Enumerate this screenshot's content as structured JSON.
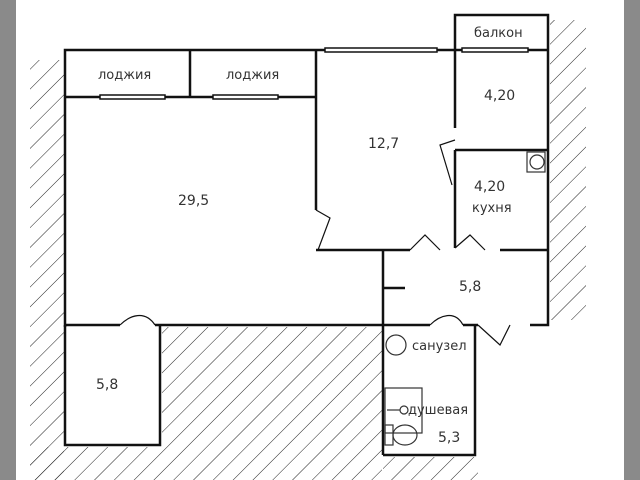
{
  "plan": {
    "rooms": [
      {
        "id": "living",
        "area": "29,5"
      },
      {
        "id": "bedroom",
        "area": "12,7"
      },
      {
        "id": "room-top-right",
        "area": "4,20"
      },
      {
        "id": "kitchen",
        "area": "4,20",
        "name": "кухня"
      },
      {
        "id": "hall",
        "area": "5,8"
      },
      {
        "id": "small-room",
        "area": "5,8"
      },
      {
        "id": "bathroom",
        "area": "5,3",
        "name": "санузел",
        "sub": "душевая"
      }
    ],
    "loggia_1": "лоджия",
    "loggia_2": "лоджия",
    "balcony": "балкон"
  },
  "colors": {
    "line": "#111111",
    "frame": "#8a8a8a",
    "paper": "#ffffff"
  }
}
